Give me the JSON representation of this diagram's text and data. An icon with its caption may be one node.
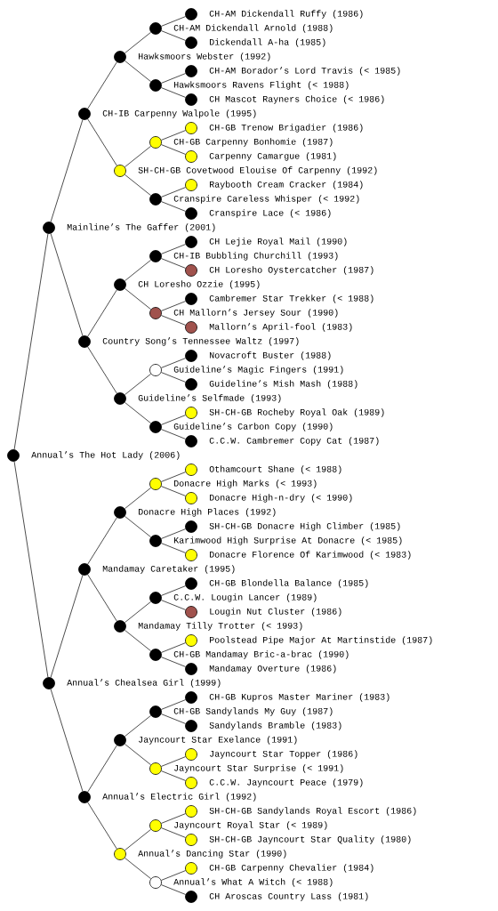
{
  "diagram": {
    "nodes": [
      {
        "text": [
          "CH-AM Dickendall Ruffy (1986)"
        ]
      },
      {
        "text": [
          "CH-AM Dickendall Arnold (1988)"
        ]
      },
      {
        "text": [
          "Dickendall A-ha (1985)"
        ]
      },
      {
        "text": [
          "Hawksmoors Webster (1992)"
        ]
      },
      {
        "text": [
          "CH-AM Borador’s Lord Travis (< 1985)"
        ]
      },
      {
        "text": [
          "Hawksmoors Ravens Flight (< 1988)"
        ]
      },
      {
        "text": [
          "CH Mascot Rayners Choice (< 1986)"
        ]
      },
      {
        "text": [
          "CH-IB Carpenny Walpole (1995)"
        ]
      },
      {
        "text": [
          "CH-GB Trenow Brigadier (1986)"
        ]
      },
      {
        "text": [
          "CH-GB Carpenny Bonhomie (1987)"
        ]
      },
      {
        "text": [
          "Carpenny Camargue (1981)"
        ]
      },
      {
        "text": [
          "SH-CH-GB Covetwood Elouise Of Carpenny (1992)"
        ]
      },
      {
        "text": [
          "Raybooth Cream Cracker (1984)"
        ]
      },
      {
        "text": [
          "Cranspire Careless Whisper (< 1992)"
        ]
      },
      {
        "text": [
          "Cranspire Lace (< 1986)"
        ]
      },
      {
        "text": [
          "Mainline’s The Gaffer (2001)"
        ]
      },
      {
        "text": [
          "CH Lejie Royal Mail (1990)"
        ]
      },
      {
        "text": [
          "CH-IB Bubbling Churchill (1993)"
        ]
      },
      {
        "text": [
          "CH Loresho Oystercatcher (1987)"
        ]
      },
      {
        "text": [
          "CH Loresho Ozzie (1995)"
        ]
      },
      {
        "text": [
          "Cambremer Star Trekker (< 1988)"
        ]
      },
      {
        "text": [
          "CH Mallorn’s Jersey Sour (1990)"
        ]
      },
      {
        "text": [
          "Mallorn’s April-fool (1983)"
        ]
      },
      {
        "text": [
          "Country Song’s Tennessee Waltz (1997)"
        ]
      },
      {
        "text": [
          "Novacroft Buster (1988)"
        ]
      },
      {
        "text": [
          "Guideline’s Magic Fingers (1991)"
        ]
      },
      {
        "text": [
          "Guideline’s Mish Mash (1988)"
        ]
      },
      {
        "text": [
          "Guideline’s Selfmade (1993)"
        ]
      },
      {
        "text": [
          "SH-CH-GB Rocheby Royal Oak (1989)"
        ]
      },
      {
        "text": [
          "Guideline’s Carbon Copy (1990)"
        ]
      },
      {
        "text": [
          "C.C.W. Cambremer Copy Cat (1987)"
        ]
      },
      {
        "text": [
          "Annual’s The Hot Lady (2006)"
        ]
      },
      {
        "text": [
          "Othamcourt Shane (< 1988)"
        ]
      },
      {
        "text": [
          "Donacre High Marks (< 1993)"
        ]
      },
      {
        "text": [
          "Donacre High-n-dry (< 1990)"
        ]
      },
      {
        "text": [
          "Donacre High Places (1992)"
        ]
      },
      {
        "text": [
          "SH-CH-GB Donacre High Climber (1985)"
        ]
      },
      {
        "text": [
          "Karimwood High Surprise At Donacre (< 1985)"
        ]
      },
      {
        "text": [
          "Donacre Florence Of Karimwood (< 1983)"
        ]
      },
      {
        "text": [
          "Mandamay Caretaker (1995)"
        ]
      },
      {
        "text": [
          "CH-GB Blondella Balance (1985)"
        ]
      },
      {
        "text": [
          "C.C.W. Lougin Lancer (1989)"
        ]
      },
      {
        "text": [
          "Lougin Nut Cluster (1986)"
        ]
      },
      {
        "text": [
          "Mandamay Tilly Trotter (< 1993)"
        ]
      },
      {
        "text": [
          "Poolstead Pipe Major At Martinstide (1987)"
        ]
      },
      {
        "text": [
          "CH-GB Mandamay Bric-a-brac (1990)"
        ]
      },
      {
        "text": [
          "Mandamay Overture (1986)"
        ]
      },
      {
        "text": [
          "Annual’s Chealsea Girl (1999)"
        ]
      },
      {
        "text": [
          "CH-GB Kupros Master Mariner (1983)"
        ]
      },
      {
        "text": [
          "CH-GB Sandylands My Guy (1987)"
        ]
      },
      {
        "text": [
          "Sandylands Bramble (1983)"
        ]
      },
      {
        "text": [
          "Jayncourt Star Exelance (1991)"
        ]
      },
      {
        "text": [
          "Jayncourt Star Topper (1986)"
        ]
      },
      {
        "text": [
          "Jayncourt Star Surprise (< 1991)"
        ]
      },
      {
        "text": [
          "C.C.W. Jayncourt Peace (1979)"
        ]
      },
      {
        "text": [
          "Annual’s Electric Girl (1992)"
        ]
      },
      {
        "text": [
          "SH-CH-GB Sandylands Royal Escort (1986)"
        ]
      },
      {
        "text": [
          "Jayncourt Royal Star (< 1989)"
        ]
      },
      {
        "text": [
          "SH-CH-GB Jayncourt Star Quality (1980)"
        ]
      },
      {
        "text": [
          "Annual’s Dancing Star (1990)"
        ]
      },
      {
        "text": [
          "CH-GB Carpenny Chevalier (1984)"
        ]
      },
      {
        "text": [
          "Annual’s What A Witch (< 1988)"
        ]
      },
      {
        "text": [
          "CH Aroscas Country Lass (1981)"
        ]
      }
    ],
    "edges": [
      {
        "from": 31,
        "to": 15,
        "arrow": "none"
      },
      {
        "from": 31,
        "to": 47,
        "arrow": "none"
      },
      {
        "from": 15,
        "to": 7,
        "arrow": "none"
      },
      {
        "from": 15,
        "to": 23,
        "arrow": "none"
      },
      {
        "from": 47,
        "to": 39,
        "arrow": "none"
      },
      {
        "from": 47,
        "to": 55,
        "arrow": "none"
      },
      {
        "from": 7,
        "to": 3,
        "arrow": "none"
      },
      {
        "from": 7,
        "to": 11,
        "arrow": "none"
      },
      {
        "from": 23,
        "to": 19,
        "arrow": "none"
      },
      {
        "from": 23,
        "to": 27,
        "arrow": "none"
      },
      {
        "from": 39,
        "to": 35,
        "arrow": "none"
      },
      {
        "from": 39,
        "to": 43,
        "arrow": "none"
      },
      {
        "from": 55,
        "to": 51,
        "arrow": "none"
      },
      {
        "from": 55,
        "to": 59,
        "arrow": "none"
      },
      {
        "from": 3,
        "to": 1,
        "arrow": "none"
      },
      {
        "from": 3,
        "to": 5,
        "arrow": "none"
      },
      {
        "from": 11,
        "to": 9,
        "arrow": "none"
      },
      {
        "from": 11,
        "to": 13,
        "arrow": "none"
      },
      {
        "from": 19,
        "to": 17,
        "arrow": "none"
      },
      {
        "from": 19,
        "to": 21,
        "arrow": "none"
      },
      {
        "from": 27,
        "to": 25,
        "arrow": "none"
      },
      {
        "from": 27,
        "to": 29,
        "arrow": "none"
      },
      {
        "from": 35,
        "to": 33,
        "arrow": "none"
      },
      {
        "from": 35,
        "to": 37,
        "arrow": "none"
      },
      {
        "from": 43,
        "to": 41,
        "arrow": "none"
      },
      {
        "from": 43,
        "to": 45,
        "arrow": "none"
      },
      {
        "from": 51,
        "to": 49,
        "arrow": "none"
      },
      {
        "from": 51,
        "to": 53,
        "arrow": "none"
      },
      {
        "from": 59,
        "to": 57,
        "arrow": "none"
      },
      {
        "from": 59,
        "to": 61,
        "arrow": "none"
      },
      {
        "from": 1,
        "to": 0,
        "arrow": "none"
      },
      {
        "from": 1,
        "to": 2,
        "arrow": "none"
      },
      {
        "from": 5,
        "to": 4,
        "arrow": "none"
      },
      {
        "from": 5,
        "to": 6,
        "arrow": "none"
      },
      {
        "from": 9,
        "to": 8,
        "arrow": "none"
      },
      {
        "from": 9,
        "to": 10,
        "arrow": "none"
      },
      {
        "from": 13,
        "to": 12,
        "arrow": "none"
      },
      {
        "from": 13,
        "to": 14,
        "arrow": "none"
      },
      {
        "from": 17,
        "to": 16,
        "arrow": "none"
      },
      {
        "from": 17,
        "to": 18,
        "arrow": "none"
      },
      {
        "from": 21,
        "to": 20,
        "arrow": "none"
      },
      {
        "from": 21,
        "to": 22,
        "arrow": "none"
      },
      {
        "from": 25,
        "to": 24,
        "arrow": "none"
      },
      {
        "from": 25,
        "to": 26,
        "arrow": "none"
      },
      {
        "from": 29,
        "to": 28,
        "arrow": "none"
      },
      {
        "from": 29,
        "to": 30,
        "arrow": "none"
      },
      {
        "from": 33,
        "to": 32,
        "arrow": "none"
      },
      {
        "from": 33,
        "to": 34,
        "arrow": "none"
      },
      {
        "from": 37,
        "to": 36,
        "arrow": "none"
      },
      {
        "from": 37,
        "to": 38,
        "arrow": "none"
      },
      {
        "from": 41,
        "to": 40,
        "arrow": "none"
      },
      {
        "from": 41,
        "to": 42,
        "arrow": "none"
      },
      {
        "from": 45,
        "to": 44,
        "arrow": "none"
      },
      {
        "from": 45,
        "to": 46,
        "arrow": "none"
      },
      {
        "from": 49,
        "to": 48,
        "arrow": "none"
      },
      {
        "from": 49,
        "to": 50,
        "arrow": "none"
      },
      {
        "from": 53,
        "to": 52,
        "arrow": "none"
      },
      {
        "from": 53,
        "to": 54,
        "arrow": "none"
      },
      {
        "from": 57,
        "to": 56,
        "arrow": "none"
      },
      {
        "from": 57,
        "to": 58,
        "arrow": "none"
      },
      {
        "from": 61,
        "to": 60,
        "arrow": "none"
      },
      {
        "from": 61,
        "to": 62,
        "arrow": "none"
      }
    ]
  }
}
